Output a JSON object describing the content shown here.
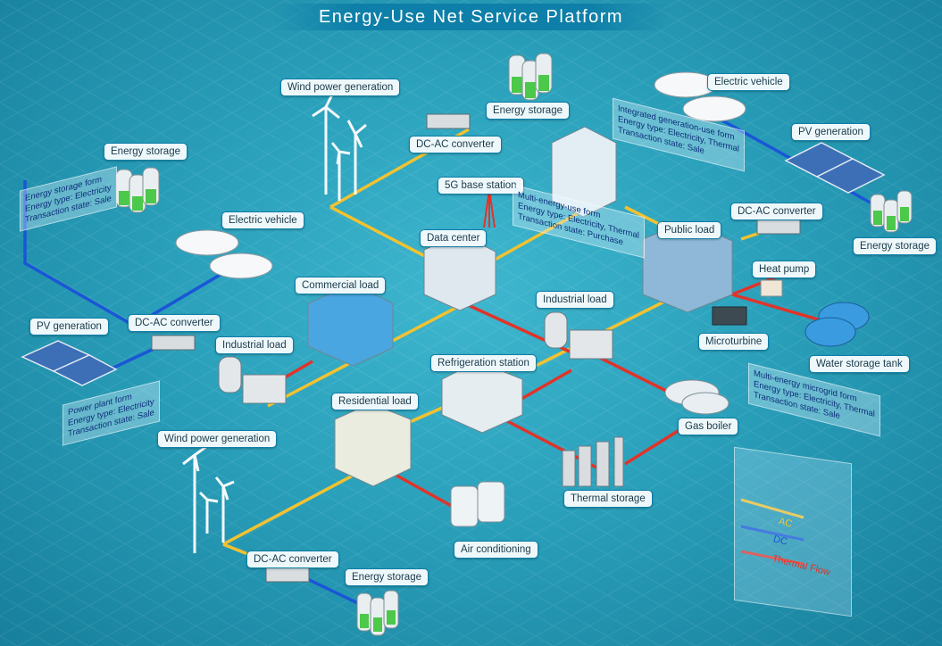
{
  "title": "Energy-Use Net Service Platform",
  "colors": {
    "ac": "#f2c230",
    "dc": "#1a56d6",
    "thermal": "#e0342a"
  },
  "labels": {
    "wind_top": "Wind power generation",
    "energy_storage_top": "Energy storage",
    "dc_ac_top": "DC-AC converter",
    "electric_vehicle_tr": "Electric vehicle",
    "pv_tr": "PV generation",
    "dc_ac_right": "DC-AC converter",
    "energy_storage_right": "Energy storage",
    "energy_storage_left": "Energy storage",
    "electric_vehicle_left": "Electric vehicle",
    "base_station": "5G base station",
    "data_center": "Data center",
    "public_load": "Public load",
    "heat_pump": "Heat pump",
    "microturbine": "Microturbine",
    "water_tank": "Water storage tank",
    "commercial_load": "Commercial load",
    "industrial_load_mid": "Industrial load",
    "pv_left": "PV generation",
    "dc_ac_left": "DC-AC converter",
    "industrial_load_left": "Industrial load",
    "refrigeration": "Refrigeration station",
    "residential": "Residential load",
    "gas_boiler": "Gas boiler",
    "wind_bottom": "Wind power generation",
    "thermal_storage": "Thermal storage",
    "air_conditioning": "Air conditioning",
    "dc_ac_bottom": "DC-AC converter",
    "energy_storage_bottom": "Energy storage"
  },
  "panels": {
    "storage_form": [
      "Energy storage form",
      "Energy type: Electricity",
      "Transaction state: Sale"
    ],
    "integrated_form": [
      "Integrated generation-use form",
      "Energy type: Electricity, Thermal",
      "Transaction state: Sale"
    ],
    "multi_use_form": [
      "Multi-energy-use form",
      "Energy type: Electricity, Thermal",
      "Transaction state: Purchase"
    ],
    "power_plant_form": [
      "Power plant form",
      "Energy type: Electricity",
      "Transaction state: Sale"
    ],
    "microgrid_form": [
      "Multi-energy microgrid form",
      "Energy type: Electricity, Thermal",
      "Transaction state: Sale"
    ]
  },
  "legend": [
    {
      "label": "AC",
      "color": "#f2c230"
    },
    {
      "label": "DC",
      "color": "#1a56d6"
    },
    {
      "label": "Thermal Flow",
      "color": "#e0342a"
    }
  ]
}
